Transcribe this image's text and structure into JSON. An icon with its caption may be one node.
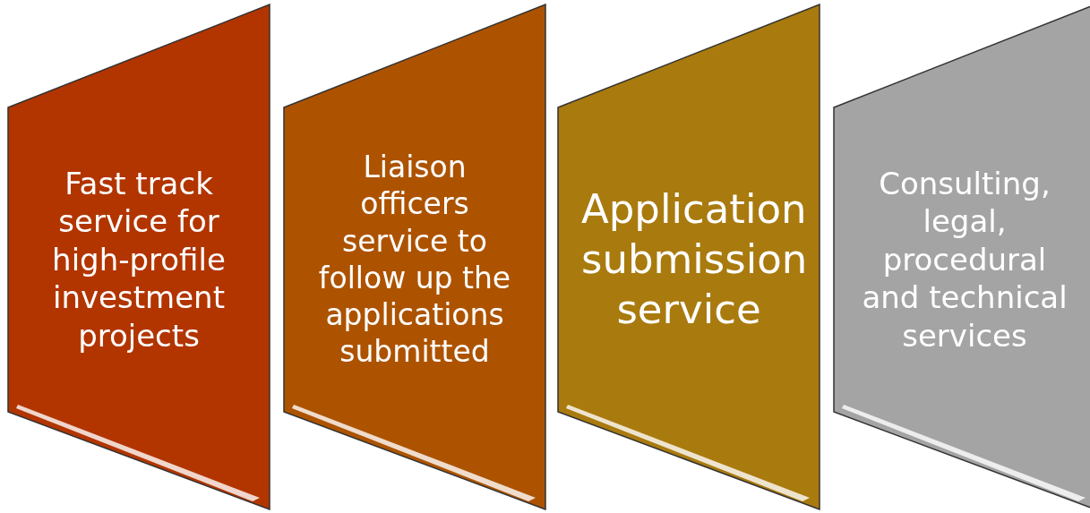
{
  "diagram": {
    "nodes": [
      {
        "text": [
          "Fast track service for high-profile investment projects"
        ]
      },
      {
        "text": [
          "Liaison officers service to follow up the applications submitted"
        ]
      },
      {
        "text": [
          "Application submission service"
        ]
      },
      {
        "text": [
          "Consulting, legal, procedural and technical services"
        ]
      }
    ]
  }
}
